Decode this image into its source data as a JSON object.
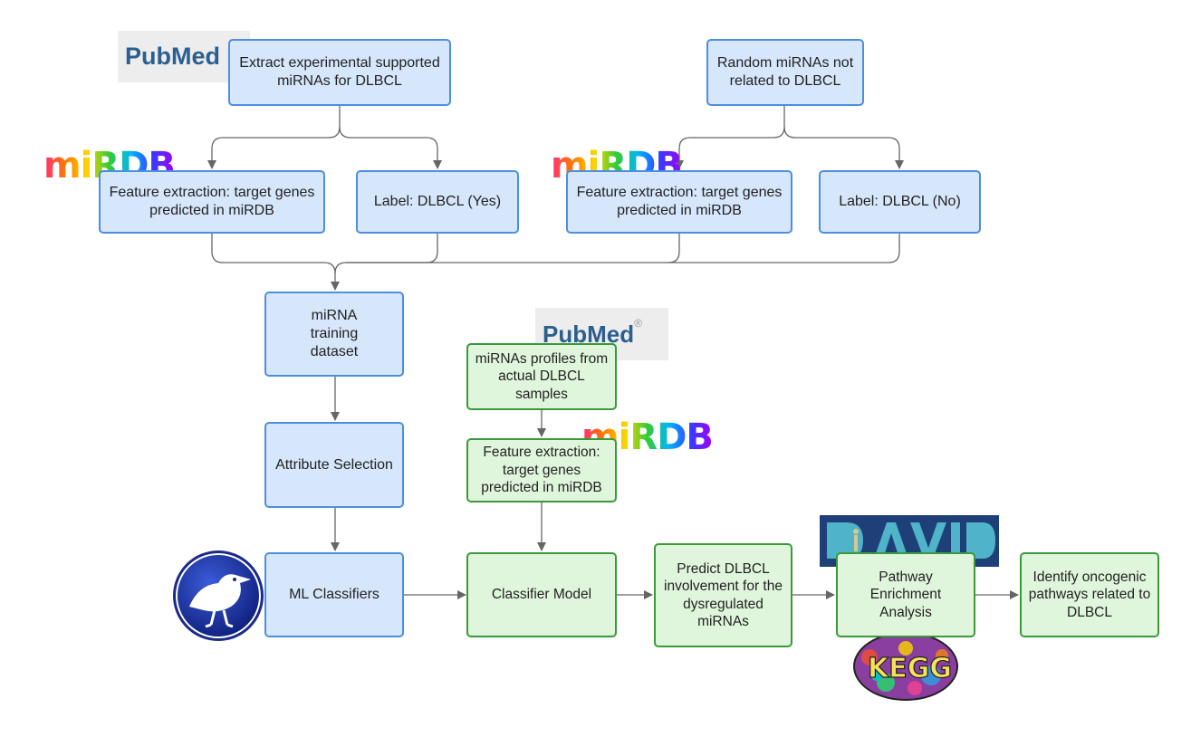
{
  "logos": {
    "pubmed_1": "PubMed",
    "pubmed_2": "PubMed",
    "pubmed_registered": "®",
    "mirdb_1": "miRDB",
    "mirdb_2": "miRDB",
    "mirdb_3": "miRDB",
    "weka_icon": "weka-bird-icon",
    "david_icon": "david-logo-icon",
    "kegg_icon": "kegg-logo-icon",
    "kegg_text": "KEGG"
  },
  "nodes": {
    "extract_mirnas": "Extract experimental supported miRNAs for DLBCL",
    "random_mirnas": "Random miRNAs not related to DLBCL",
    "feature_extraction_1": "Feature extraction: target genes predicted in miRDB",
    "label_yes": "Label: DLBCL (Yes)",
    "feature_extraction_2": "Feature extraction: target genes predicted in miRDB",
    "label_no": "Label: DLBCL (No)",
    "training_dataset": "miRNA training dataset",
    "attribute_selection": "Attribute Selection",
    "ml_classifiers": "ML Classifiers",
    "mirna_profiles": "miRNAs profiles from actual DLBCL samples",
    "feature_extraction_3": "Feature extraction: target genes predicted in miRDB",
    "classifier_model": "Classifier Model",
    "predict_dlbcl": "Predict DLBCL involvement for the dysregulated miRNAs",
    "pathway_enrichment": "Pathway Enrichment Analysis",
    "identify_pathways": "Identify oncogenic pathways related to DLBCL"
  },
  "colors": {
    "blue_fill": "#d6e6fb",
    "blue_border": "#4c8fe0",
    "green_fill": "#e0f6dc",
    "green_border": "#3a9a3a",
    "connector": "#666666"
  }
}
